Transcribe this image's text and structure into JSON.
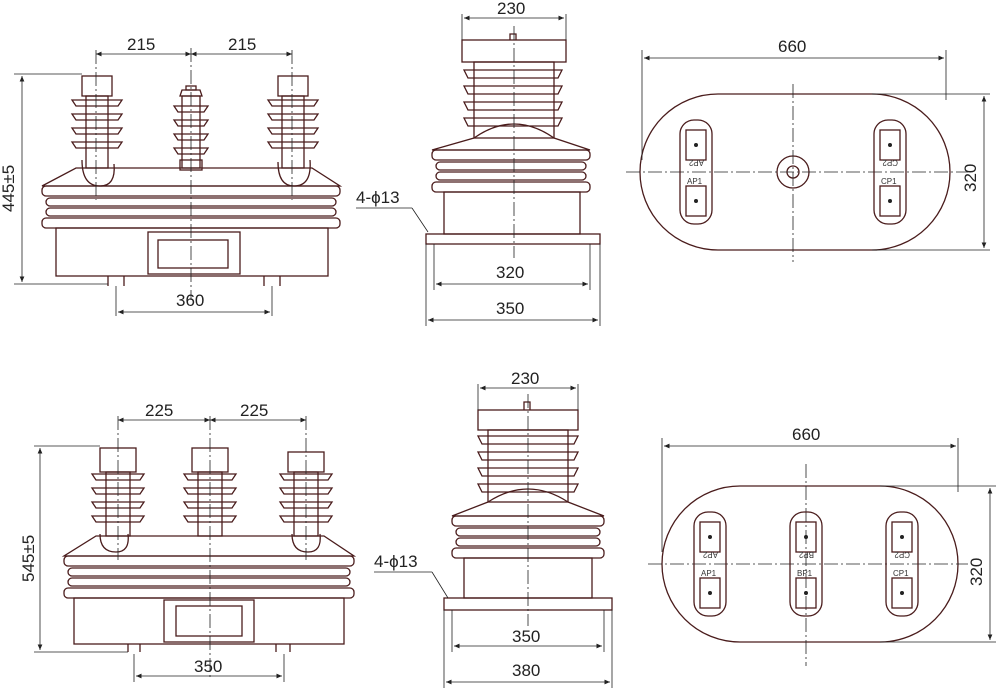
{
  "top": {
    "front": {
      "spacing_left": "215",
      "spacing_right": "215",
      "height": "445±5",
      "base": "360"
    },
    "side": {
      "top_width": "230",
      "hole": "4-ϕ13",
      "inner": "320",
      "outer": "350"
    },
    "plan": {
      "length": "660",
      "width": "320",
      "labels": [
        "AP2",
        "AP1",
        "CP2",
        "CP1"
      ]
    }
  },
  "bottom": {
    "front": {
      "spacing_left": "225",
      "spacing_right": "225",
      "height": "545±5",
      "base": "350"
    },
    "side": {
      "top_width": "230",
      "hole": "4-ϕ13",
      "inner": "350",
      "outer": "380"
    },
    "plan": {
      "length": "660",
      "width": "320",
      "labels": [
        "AP2",
        "AP1",
        "BP2",
        "BP1",
        "CP2",
        "CP1"
      ]
    }
  },
  "colors": {
    "body": "#4a1c1c",
    "dimension": "#222222"
  }
}
